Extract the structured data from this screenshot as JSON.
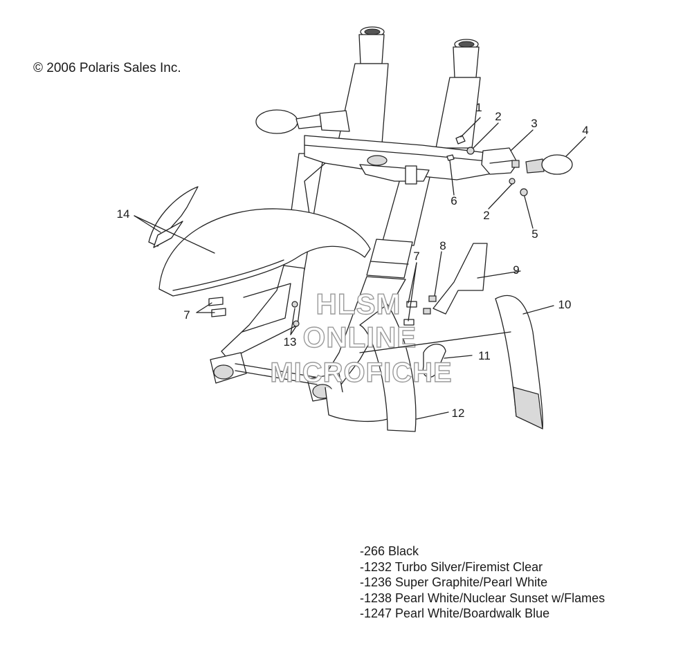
{
  "copyright": "© 2006 Polaris Sales Inc.",
  "callouts": [
    "1",
    "2",
    "3",
    "4",
    "2",
    "5",
    "6",
    "14",
    "8",
    "7",
    "9",
    "10",
    "7",
    "13",
    "11",
    "12"
  ],
  "watermark": [
    "HLSM",
    "ONLINE",
    "MICROFICHE"
  ],
  "color_codes": [
    "-266  Black",
    "-1232 Turbo Silver/Firemist Clear",
    "-1236 Super Graphite/Pearl White",
    "-1238 Pearl White/Nuclear Sunset w/Flames",
    "-1247 Pearl White/Boardwalk Blue"
  ]
}
